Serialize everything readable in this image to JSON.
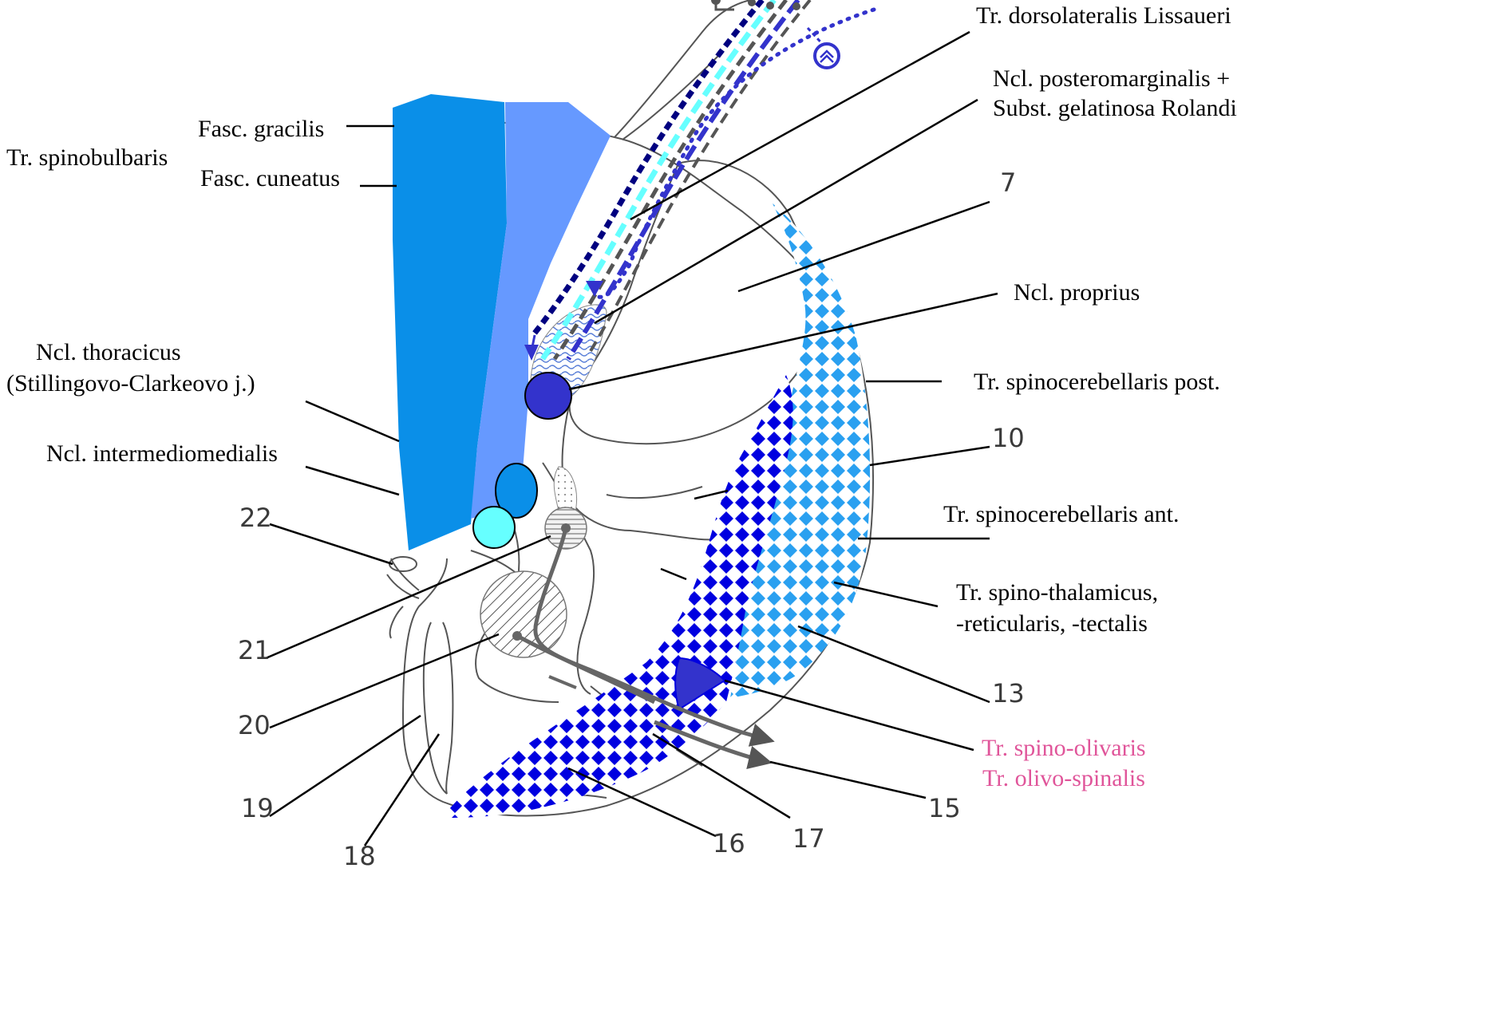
{
  "labels": {
    "tr_spinobulbaris": "Tr. spinobulbaris",
    "fasc_gracilis": "Fasc. gracilis",
    "fasc_cuneatus": "Fasc. cuneatus",
    "tr_dorsolateralis": "Tr. dorsolateralis Lissaueri",
    "ncl_posteromarginalis": "Ncl. posteromarginalis +",
    "subst_gelatinosa": "Subst. gelatinosa Rolandi",
    "ncl_proprius": "Ncl. proprius",
    "ncl_thoracicus": "Ncl. thoracicus",
    "stilling_clarke": "(Stillingovo-Clarkeovo j.)",
    "ncl_intermediomedialis": "Ncl. intermediomedialis",
    "tr_spinocerebellaris_post": "Tr. spinocerebellaris post.",
    "tr_spinocerebellaris_ant": "Tr. spinocerebellaris ant.",
    "tr_spinothalamicus_1": "Tr. spino-thalamicus,",
    "tr_spinothalamicus_2": "-reticularis, -tectalis",
    "tr_spino_olivaris": "Tr. spino-olivaris",
    "tr_olivo_spinalis": "Tr. olivo-spinalis"
  },
  "numbers": {
    "n7": "7",
    "n10": "10",
    "n13": "13",
    "n15": "15",
    "n16": "16",
    "n17": "17",
    "n18": "18",
    "n19": "19",
    "n20": "20",
    "n21": "21",
    "n22": "22"
  },
  "colors": {
    "fasc_gracilis_fill": "#0a8fe8",
    "fasc_cuneatus_fill": "#6699ff",
    "ncl_thoracicus_fill": "#3333cc",
    "intermediomedialis_fill": "#0a8fe8",
    "cyan_nucleus_fill": "#66ffff",
    "spinocerebellar_post_pattern": "#2aa0f0",
    "spinothalamic_pattern": "#0000e0",
    "olivary_triangle_fill": "#3333cc",
    "pink_text": "#e0559a"
  }
}
